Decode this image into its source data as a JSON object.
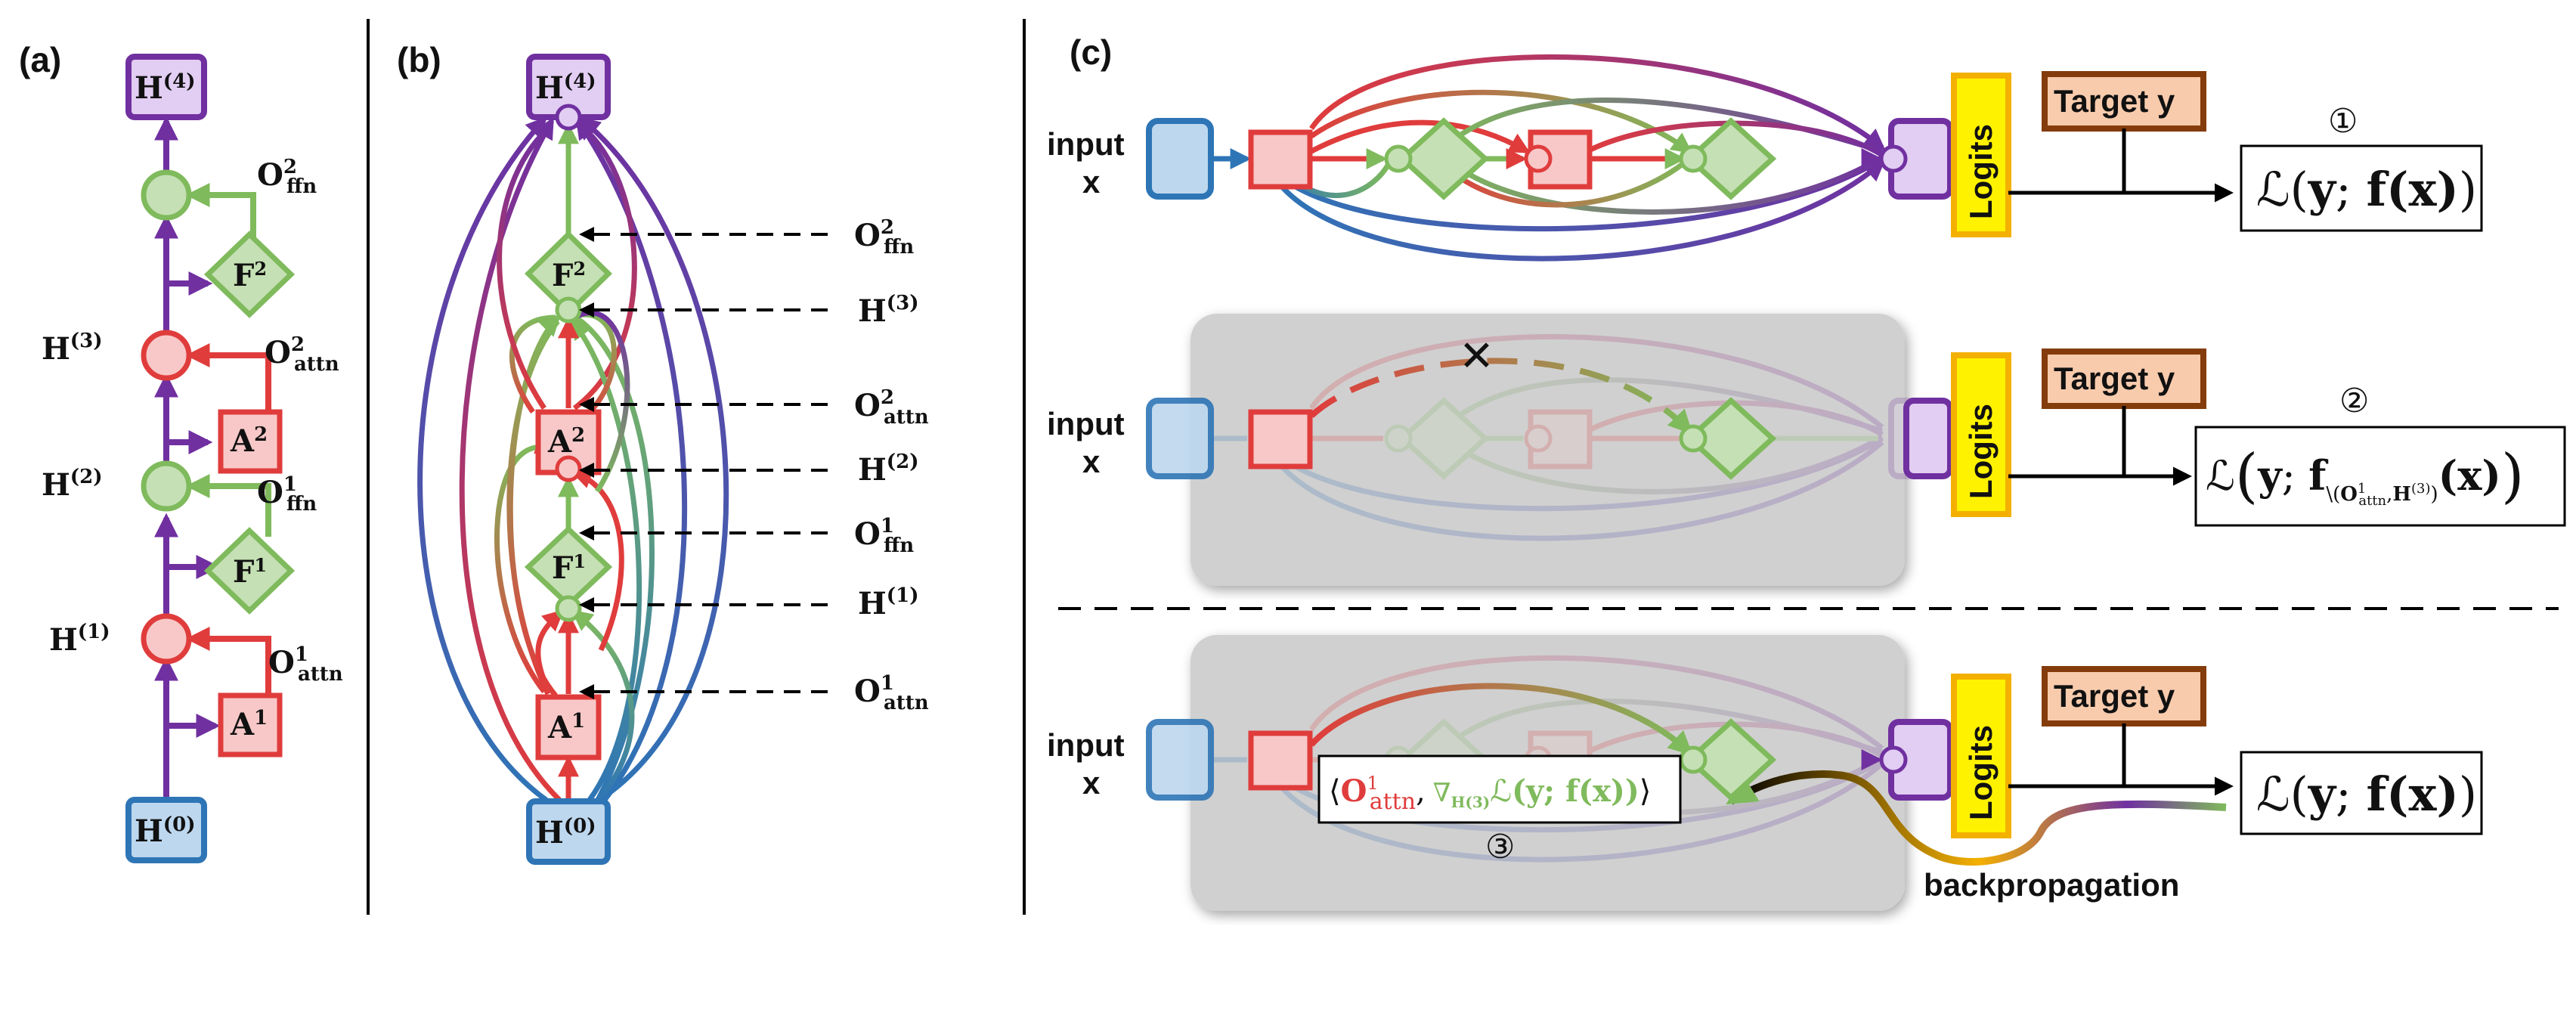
{
  "panel_labels": {
    "a": "(a)",
    "b": "(b)",
    "c": "(c)"
  },
  "nodes": {
    "h0": {
      "base": "H",
      "sup": "(0)"
    },
    "h4": {
      "base": "H",
      "sup": "(4)"
    },
    "a1": {
      "base": "A",
      "sup": "1"
    },
    "a2": {
      "base": "A",
      "sup": "2"
    },
    "f1": {
      "base": "F",
      "sup": "1"
    },
    "f2": {
      "base": "F",
      "sup": "2"
    }
  },
  "annotations": {
    "h1": {
      "base": "H",
      "sup": "(1)"
    },
    "h2": {
      "base": "H",
      "sup": "(2)"
    },
    "h3": {
      "base": "H",
      "sup": "(3)"
    },
    "o_attn_1": {
      "base": "O",
      "sup": "1",
      "sub": "attn"
    },
    "o_attn_2": {
      "base": "O",
      "sup": "2",
      "sub": "attn"
    },
    "o_ffn_1": {
      "base": "O",
      "sup": "1",
      "sub": "ffn"
    },
    "o_ffn_2": {
      "base": "O",
      "sup": "2",
      "sub": "ffn"
    }
  },
  "panel_c": {
    "input_label_1": "input",
    "input_label_2": "x",
    "logits": "Logits",
    "target": "Target y",
    "backprop": "backpropagation",
    "markers": [
      "①",
      "②",
      "③"
    ],
    "cross": "✕",
    "loss_full": {
      "script_l": "ℒ",
      "open": "(",
      "y": "y",
      "sep": "; ",
      "f": "f",
      "x": "(x)",
      "close": ")"
    },
    "loss_ablated": {
      "script_l": "ℒ",
      "y": "y",
      "sep": "; ",
      "f": "f",
      "sub_prefix": "\\(",
      "sub_o": "O",
      "sub_o_sup": "1",
      "sub_o_sub": "attn",
      "sub_comma": ",",
      "sub_h": "H",
      "sub_h_sup": "(3)",
      "sub_close": ")",
      "x": "(x)"
    },
    "inner_product": {
      "open": "⟨",
      "o": "O",
      "o_sup": "1",
      "o_sub": "attn",
      "comma": ",",
      "nabla": "∇",
      "nabla_sub": "H(3)",
      "l": "ℒ",
      "arg": "(y; f(x))",
      "close": "⟩"
    }
  },
  "colors": {
    "purple": "#7030a0",
    "red": "#e03c3c",
    "green": "#7fba5c",
    "blue": "#2e75b6",
    "pink_fill": "#f8c8c8",
    "green_fill": "#c5e0b4",
    "purple_fill": "#e2cdf3",
    "blue_fill": "#bdd7ee",
    "yellow": "#fff200",
    "yellow_border": "#f4b000",
    "brown": "#843c0c",
    "target_fill": "#f8cbad",
    "gray_box": "#d0d0d0"
  }
}
